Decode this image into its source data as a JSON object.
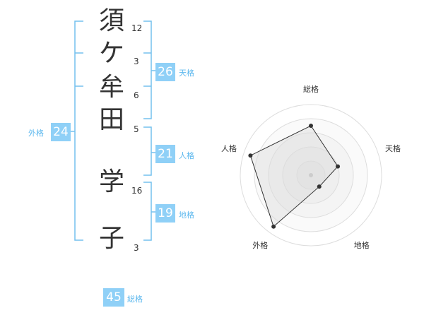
{
  "name": {
    "chars": [
      {
        "char": "須",
        "strokes": "12"
      },
      {
        "char": "ケ",
        "strokes": "3"
      },
      {
        "char": "牟",
        "strokes": "6"
      },
      {
        "char": "田",
        "strokes": "5"
      },
      {
        "char": "学",
        "strokes": "16"
      },
      {
        "char": "子",
        "strokes": "3"
      }
    ]
  },
  "kakusu": {
    "tenkaku": {
      "value": "26",
      "label": "天格"
    },
    "jinkaku": {
      "value": "21",
      "label": "人格"
    },
    "chikaku": {
      "value": "19",
      "label": "地格"
    },
    "gaikaku": {
      "value": "24",
      "label": "外格"
    },
    "soukaku": {
      "value": "45",
      "label": "総格"
    }
  },
  "colors": {
    "bracket": "#74c1ee",
    "box": "#8fd0f7",
    "label": "#5db8ee"
  },
  "chart_data": {
    "type": "radar",
    "axes": [
      "総格",
      "天格",
      "地格",
      "外格",
      "人格"
    ],
    "values": [
      3.5,
      2,
      1,
      4.5,
      4.5
    ],
    "max": 5,
    "rings": 5
  }
}
